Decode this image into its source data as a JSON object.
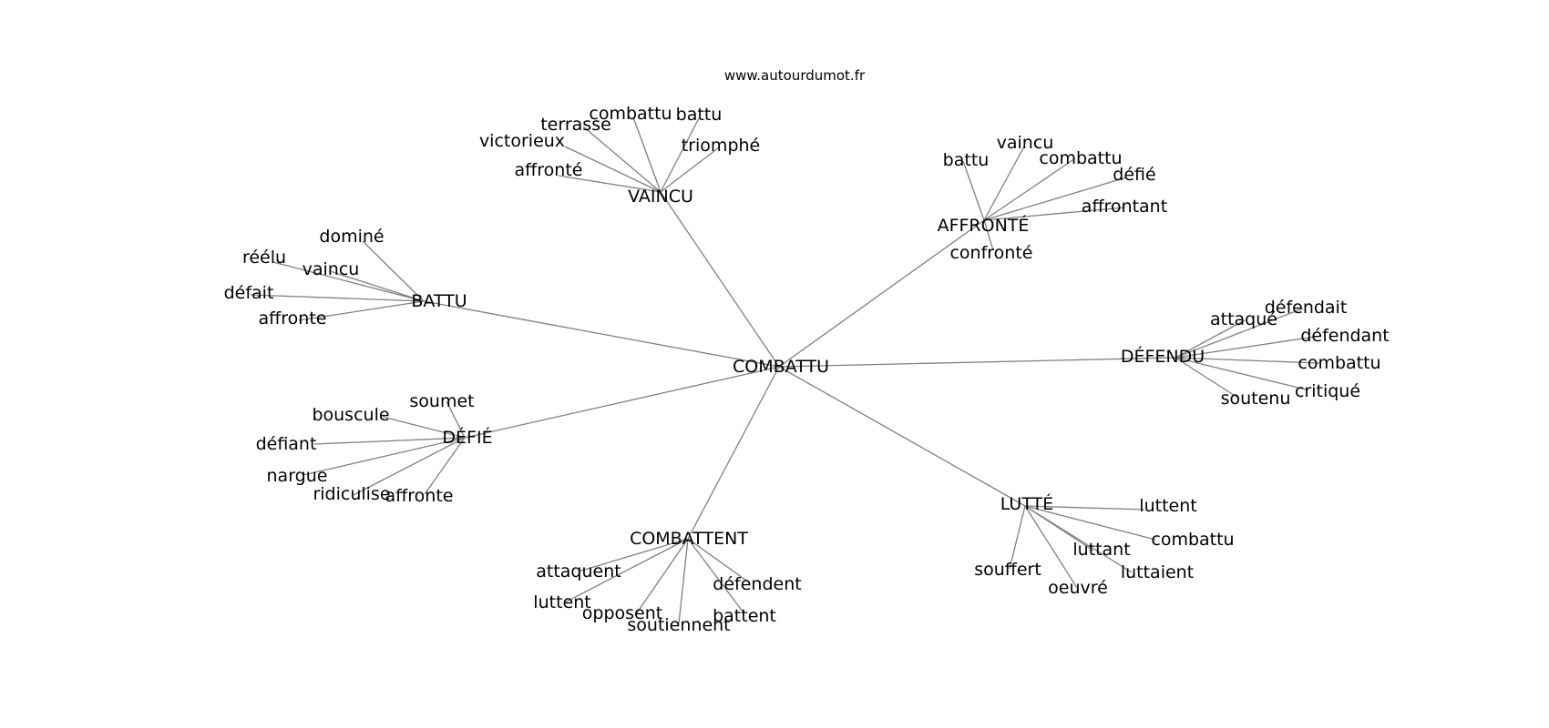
{
  "site": "www.autourdumot.fr",
  "center": "COMBATTU",
  "clusters": [
    {
      "id": "vaincu",
      "label": "VAINCU",
      "leaves": [
        "combattu",
        "battu",
        "terrasse",
        "victorieux",
        "triomphé",
        "affronté"
      ]
    },
    {
      "id": "affronte",
      "label": "AFFRONTÉ",
      "leaves": [
        "battu",
        "vaincu",
        "combattu",
        "défié",
        "affrontant",
        "confronté"
      ]
    },
    {
      "id": "battu",
      "label": "BATTU",
      "leaves": [
        "dominé",
        "réélu",
        "vaincu",
        "défait",
        "affronte"
      ]
    },
    {
      "id": "defendu",
      "label": "DÉFENDU",
      "leaves": [
        "défendait",
        "attaqué",
        "défendant",
        "combattu",
        "critiqué",
        "soutenu"
      ]
    },
    {
      "id": "defie",
      "label": "DÉFIÉ",
      "leaves": [
        "soumet",
        "bouscule",
        "défiant",
        "nargue",
        "ridiculise",
        "affronte"
      ]
    },
    {
      "id": "lutte",
      "label": "LUTTÉ",
      "leaves": [
        "luttent",
        "combattu",
        "luttant",
        "luttaient",
        "souffert",
        "oeuvré"
      ]
    },
    {
      "id": "combattent",
      "label": "COMBATTENT",
      "leaves": [
        "attaquent",
        "luttent",
        "opposent",
        "soutiennent",
        "défendent",
        "battent"
      ]
    }
  ]
}
